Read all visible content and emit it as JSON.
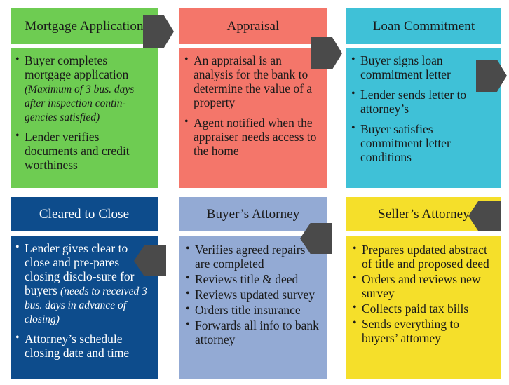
{
  "diagram": {
    "title": "Mortgage Closing Process Flow",
    "colors": {
      "green": "#6ECC52",
      "salmon": "#F4766A",
      "cyan": "#3FC1D7",
      "navy": "#0D4C8C",
      "periwinkle": "#93AAD4",
      "yellow": "#F5DF2A",
      "arrow": "#4A4A4A",
      "text_dark": "#1A1A1A",
      "text_light": "#FFFFFF",
      "background": "#FFFFFF"
    },
    "flow_direction": "serpentine: top row left-to-right, then bottom row right-to-left"
  },
  "cells": [
    {
      "id": "mortgage-application",
      "header": "Mortgage Application",
      "color": "green",
      "text_color": "dark",
      "bullets": [
        {
          "main": "Buyer completes mortgage application ",
          "emphasis": "(Maximum of 3 bus. days after inspection contin-gencies satisfied)"
        },
        {
          "main": "Lender verifies documents and credit worthiness",
          "emphasis": ""
        }
      ]
    },
    {
      "id": "appraisal",
      "header": "Appraisal",
      "color": "salmon",
      "text_color": "dark",
      "bullets": [
        {
          "main": "An appraisal is an analysis for the bank to determine the value of a property",
          "emphasis": ""
        },
        {
          "main": " Agent notified when the appraiser needs access to the home",
          "emphasis": ""
        }
      ]
    },
    {
      "id": "loan-commitment",
      "header": "Loan Commitment",
      "color": "cyan",
      "text_color": "dark",
      "bullets": [
        {
          "main": "Buyer signs loan commitment letter",
          "emphasis": ""
        },
        {
          "main": "Lender sends letter to attorney’s",
          "emphasis": ""
        },
        {
          "main": "Buyer satisfies commitment letter conditions",
          "emphasis": ""
        }
      ]
    },
    {
      "id": "cleared-to-close",
      "header": "Cleared to Close",
      "color": "navy",
      "text_color": "light",
      "bullets": [
        {
          "main": "Lender gives clear to close and pre-pares closing disclo-sure for buyers ",
          "emphasis": "(needs to received 3 bus. days in advance of closing)"
        },
        {
          "main": "Attorney’s schedule closing date and time",
          "emphasis": ""
        }
      ]
    },
    {
      "id": "buyers-attorney",
      "header": "Buyer’s Attorney",
      "color": "periwinkle",
      "text_color": "dark",
      "bullets": [
        {
          "main": "Verifies agreed repairs are completed",
          "emphasis": ""
        },
        {
          "main": "Reviews title & deed",
          "emphasis": ""
        },
        {
          "main": "Reviews updated survey",
          "emphasis": ""
        },
        {
          "main": "Orders title insurance",
          "emphasis": ""
        },
        {
          "main": "Forwards all info to bank attorney",
          "emphasis": ""
        }
      ]
    },
    {
      "id": "sellers-attorney",
      "header": "Seller’s Attorney",
      "color": "yellow",
      "text_color": "dark",
      "bullets": [
        {
          "main": "Prepares updated abstract of title and proposed deed",
          "emphasis": ""
        },
        {
          "main": "Orders and reviews new survey",
          "emphasis": ""
        },
        {
          "main": "Collects paid tax bills",
          "emphasis": ""
        },
        {
          "main": "Sends everything to buyers’ attorney",
          "emphasis": ""
        }
      ]
    }
  ],
  "arrows": [
    {
      "id": "arrow-1",
      "direction": "right",
      "from": "mortgage-application",
      "to": "appraisal"
    },
    {
      "id": "arrow-2",
      "direction": "right",
      "from": "appraisal",
      "to": "loan-commitment"
    },
    {
      "id": "arrow-3",
      "direction": "right",
      "from": "loan-commitment",
      "to": "cleared-to-close"
    },
    {
      "id": "arrow-4",
      "direction": "left",
      "from": "sellers-attorney",
      "to": "buyers-attorney"
    },
    {
      "id": "arrow-5",
      "direction": "left",
      "from": "buyers-attorney",
      "to": "cleared-to-close"
    },
    {
      "id": "arrow-6",
      "direction": "left",
      "from": "cleared-to-close-entry",
      "to": "cleared-to-close"
    }
  ]
}
